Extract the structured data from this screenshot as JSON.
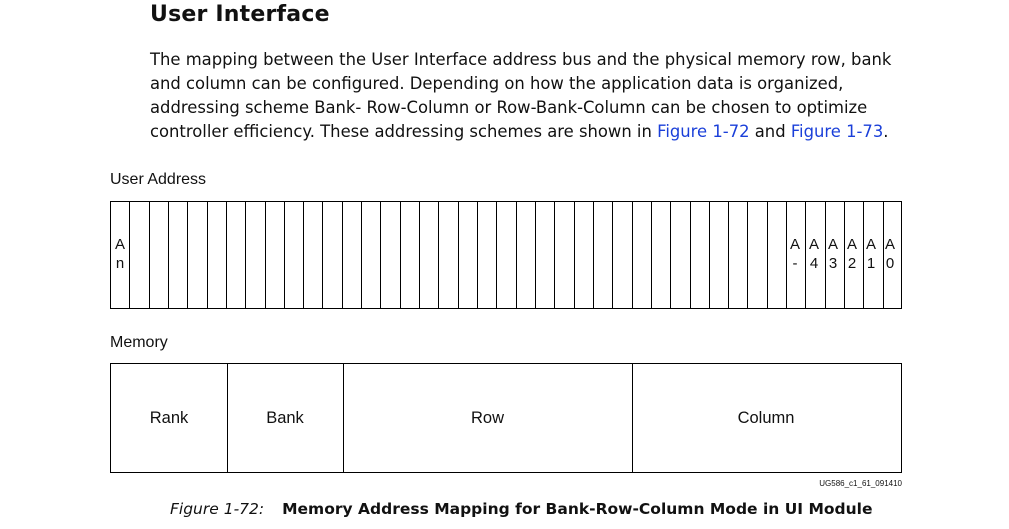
{
  "section": {
    "heading": "User Interface",
    "paragraph": {
      "line1": "The mapping between the User Interface address bus and the physical memory row, bank",
      "line2": "and column can be configured. Depending on how the application data is organized,",
      "line3": "addressing scheme Bank- Row-Column or Row-Bank-Column can be chosen to optimize",
      "line4_prefix": "controller efficiency. These addressing schemes are shown in ",
      "link1": "Figure 1-72",
      "line4_mid": " and ",
      "link2": "Figure 1-73",
      "line4_suffix": "."
    }
  },
  "figure": {
    "user_address_label": "User Address",
    "bus": {
      "msb": {
        "top": "A",
        "bottom": "n"
      },
      "lsb_bits": [
        {
          "top": "A",
          "bottom": "-"
        },
        {
          "top": "A",
          "bottom": "4"
        },
        {
          "top": "A",
          "bottom": "3"
        },
        {
          "top": "A",
          "bottom": "2"
        },
        {
          "top": "A",
          "bottom": "1"
        },
        {
          "top": "A",
          "bottom": "0"
        }
      ]
    },
    "memory_label": "Memory",
    "memory_fields": [
      "Rank",
      "Bank",
      "Row",
      "Column"
    ],
    "figure_id": "UG586_c1_61_091410",
    "caption_number": "Figure 1-72:",
    "caption_title": "Memory Address Mapping for Bank-Row-Column Mode in UI Module"
  }
}
